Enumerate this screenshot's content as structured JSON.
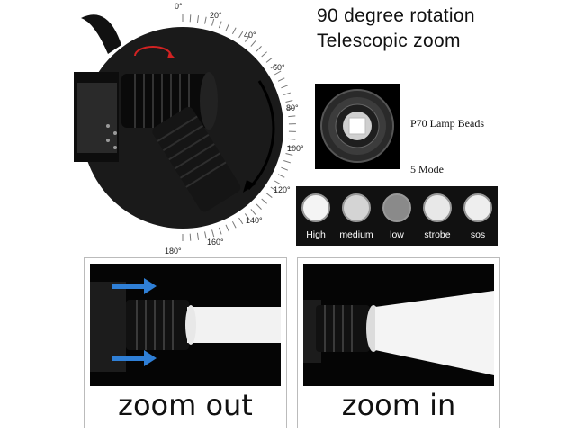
{
  "headline": {
    "line1": "90 degree rotation",
    "line2": "Telescopic zoom"
  },
  "angle_scale": {
    "labels": [
      "0°",
      "20°",
      "40°",
      "60°",
      "80°",
      "100°",
      "120°",
      "140°",
      "160°",
      "180°"
    ]
  },
  "lamp": {
    "label": "P70 Lamp Beads"
  },
  "modes": {
    "title": "5 Mode",
    "items": [
      {
        "label": "High",
        "color": "#f4f4f4"
      },
      {
        "label": "medium",
        "color": "#d4d4d4"
      },
      {
        "label": "low",
        "color": "#8a8a8a"
      },
      {
        "label": "strobe",
        "color": "#e8e8e8"
      },
      {
        "label": "sos",
        "color": "#eeeeee"
      }
    ]
  },
  "zoom": {
    "out_label": "zoom out",
    "in_label": "zoom in"
  },
  "colors": {
    "arrow_blue": "#2f7fd6",
    "rotate_arrow_red": "#d22222"
  }
}
